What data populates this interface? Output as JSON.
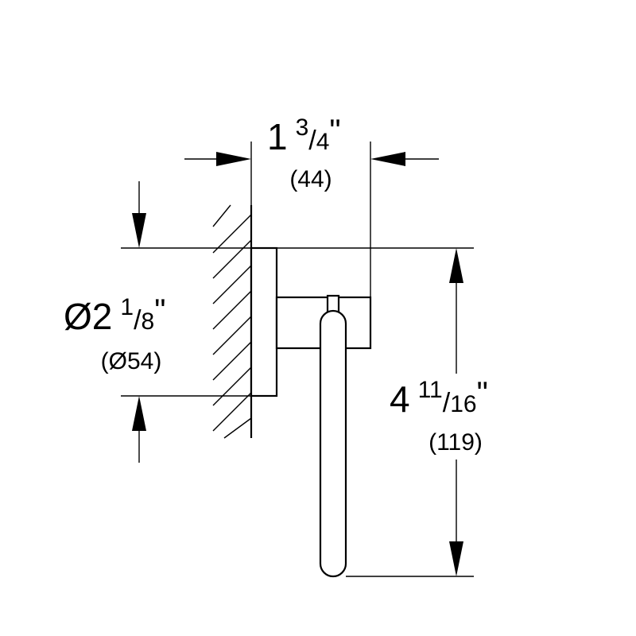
{
  "colors": {
    "line": "#000000",
    "background": "#ffffff"
  },
  "dimensions": {
    "depth": {
      "whole": "1",
      "num": "3",
      "den": "4",
      "unit": "\"",
      "metric": "(44)"
    },
    "diameter": {
      "symbol": "Ø",
      "whole": "2",
      "num": "1",
      "den": "8",
      "unit": "\"",
      "metric": "(Ø54)"
    },
    "height": {
      "whole": "4",
      "num": "11",
      "den": "16",
      "unit": "\"",
      "metric": "(119)"
    }
  }
}
